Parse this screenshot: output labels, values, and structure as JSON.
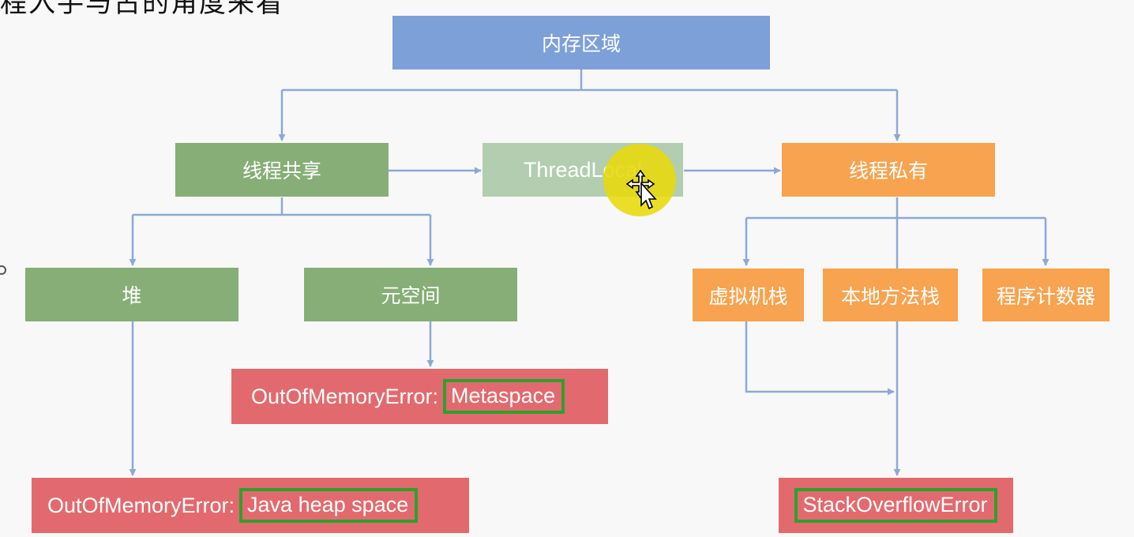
{
  "header": {
    "title_fragment": "程入手与占的角度来看"
  },
  "diagram": {
    "root": {
      "label": "内存区域"
    },
    "shared": {
      "label": "线程共享"
    },
    "threadlocal": {
      "label": "ThreadLocal"
    },
    "private": {
      "label": "线程私有"
    },
    "heap": {
      "label": "堆"
    },
    "metaspace": {
      "label": "元空间"
    },
    "vm_stack": {
      "label": "虚拟机栈"
    },
    "native_stack": {
      "label": "本地方法栈"
    },
    "pc_register": {
      "label": "程序计数器"
    },
    "metaspace_error": {
      "prefix": "OutOfMemoryError:",
      "highlight": "Metaspace"
    },
    "heap_error": {
      "prefix": "OutOfMemoryError:",
      "highlight": "Java heap space"
    },
    "stack_error": {
      "highlight": "StackOverflowError"
    }
  },
  "cursor": {
    "icon": "move-cursor-icon",
    "highlight_color": "#e8da0a"
  },
  "colors": {
    "root": "#7da0d8",
    "shared": "#86ae76",
    "threadlocal": "#b3cdb0",
    "private": "#f7a34f",
    "error": "#e26a6e",
    "highlight_border": "#2ea02e",
    "connector": "#8ca9d6"
  }
}
